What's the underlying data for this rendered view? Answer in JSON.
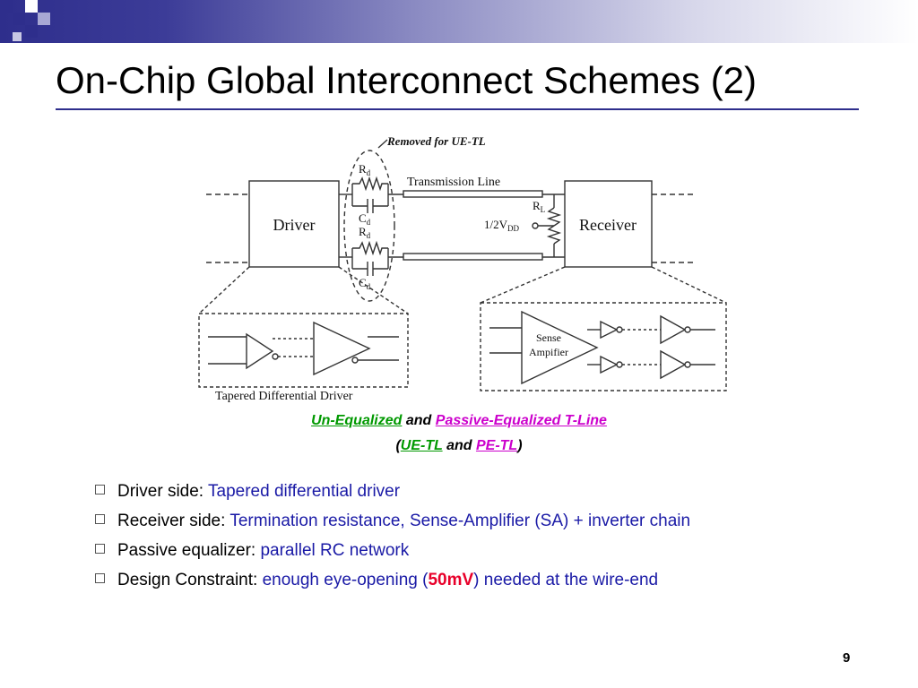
{
  "slide": {
    "title": "On-Chip Global Interconnect Schemes (2)",
    "page_number": "9",
    "accent_color": "#2e2e8c"
  },
  "diagram": {
    "removed_note": "Removed for UE-TL",
    "driver_label": "Driver",
    "receiver_label": "Receiver",
    "transmission_line_label": "Transmission Line",
    "rd_main": "R",
    "rd_sub": "d",
    "cd_main": "C",
    "cd_sub": "d",
    "rl_main": "R",
    "rl_sub": "L",
    "vdd_main": "1/2V",
    "vdd_sub": "DD",
    "sense_line1": "Sense",
    "sense_line2": "Ampifier",
    "tapered_label": "Tapered Differential Driver"
  },
  "caption": {
    "line1_part1": "Un-Equalized",
    "line1_and": "and",
    "line1_part2": "Passive-Equalized T-Line",
    "line2_open": "(",
    "line2_part1": "UE-TL",
    "line2_and": "and",
    "line2_part2": "PE-TL",
    "line2_close": ")"
  },
  "bullets": [
    {
      "label": "Driver side: ",
      "value": "Tapered differential driver"
    },
    {
      "label": "Receiver side: ",
      "value": "Termination resistance, Sense-Amplifier (SA) + inverter chain"
    },
    {
      "label": "Passive equalizer: ",
      "value": "parallel RC network"
    },
    {
      "label": "Design Constraint: ",
      "value_a": "enough eye-opening (",
      "highlight": "50mV",
      "value_b": ") needed at the wire-end"
    }
  ]
}
